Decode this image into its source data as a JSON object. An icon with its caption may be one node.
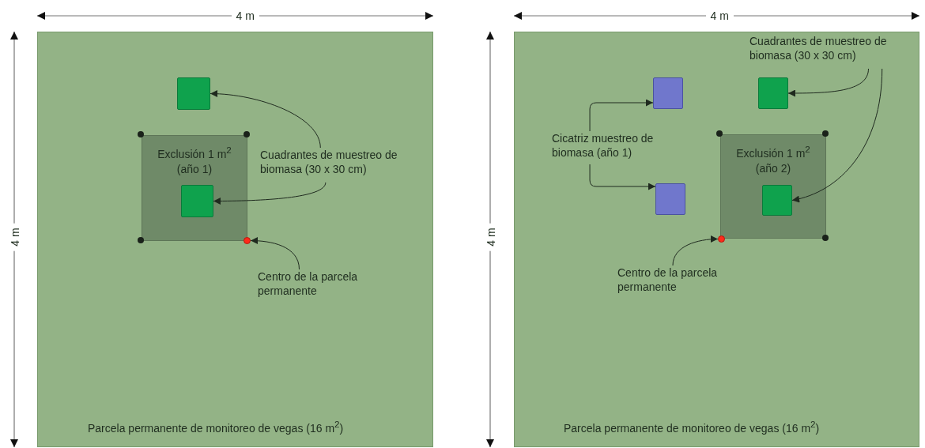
{
  "diagram": {
    "nodes": [
      {
        "text": [
          "Parcela permanente de monitoreo de vegas (16 m$^{2}$)"
        ]
      },
      {
        "text": [
          "Exclusión 1 m$^{2}$ (año 1)"
        ],
        "in": 0
      },
      {
        "text": [],
        "shape": "box",
        "in": 0
      },
      {
        "text": [],
        "shape": "box",
        "in": 1
      },
      {
        "text": [
          "Cuadrantes de muestreo de biomasa (30 x 30 cm)"
        ],
        "in": 0
      },
      {
        "text": [],
        "shape": "circle",
        "in": 0
      },
      {
        "text": [
          "Centro de la parcela permanente"
        ],
        "in": 0
      },
      {
        "text": [
          "Parcela permanente de monitoreo de vegas (16 m$^{2}$)"
        ]
      },
      {
        "text": [
          "Cuadrantes de muestreo de biomasa (30 x 30 cm)"
        ],
        "in": 7
      },
      {
        "text": [],
        "shape": "box",
        "in": 7
      },
      {
        "text": [],
        "shape": "box",
        "in": 7
      },
      {
        "text": [
          "Cicatriz muestreo de biomasa (año 1)"
        ],
        "in": 7
      },
      {
        "text": [
          "Exclusión 1 m$^{2}$ (año 2)"
        ],
        "in": 7
      },
      {
        "text": [],
        "shape": "box",
        "in": 7
      },
      {
        "text": [],
        "shape": "box",
        "in": 12
      },
      {
        "text": [],
        "shape": "circle",
        "in": 7
      },
      {
        "text": [
          "Centro de la parcela permanente"
        ],
        "in": 7
      }
    ],
    "edges": [
      {
        "from": 4,
        "to": 2,
        "arrow": "to"
      },
      {
        "from": 4,
        "to": 3,
        "arrow": "to"
      },
      {
        "from": 6,
        "to": 5,
        "arrow": "to"
      },
      {
        "from": 8,
        "to": 10,
        "arrow": "to"
      },
      {
        "from": 8,
        "to": 14,
        "arrow": "to"
      },
      {
        "from": 11,
        "to": 9,
        "arrow": "to"
      },
      {
        "from": 11,
        "to": 13,
        "arrow": "to"
      },
      {
        "from": 16,
        "to": 15,
        "arrow": "to"
      }
    ],
    "labels": [
      "4 m",
      "4 m",
      "4 m",
      "4 m"
    ]
  }
}
